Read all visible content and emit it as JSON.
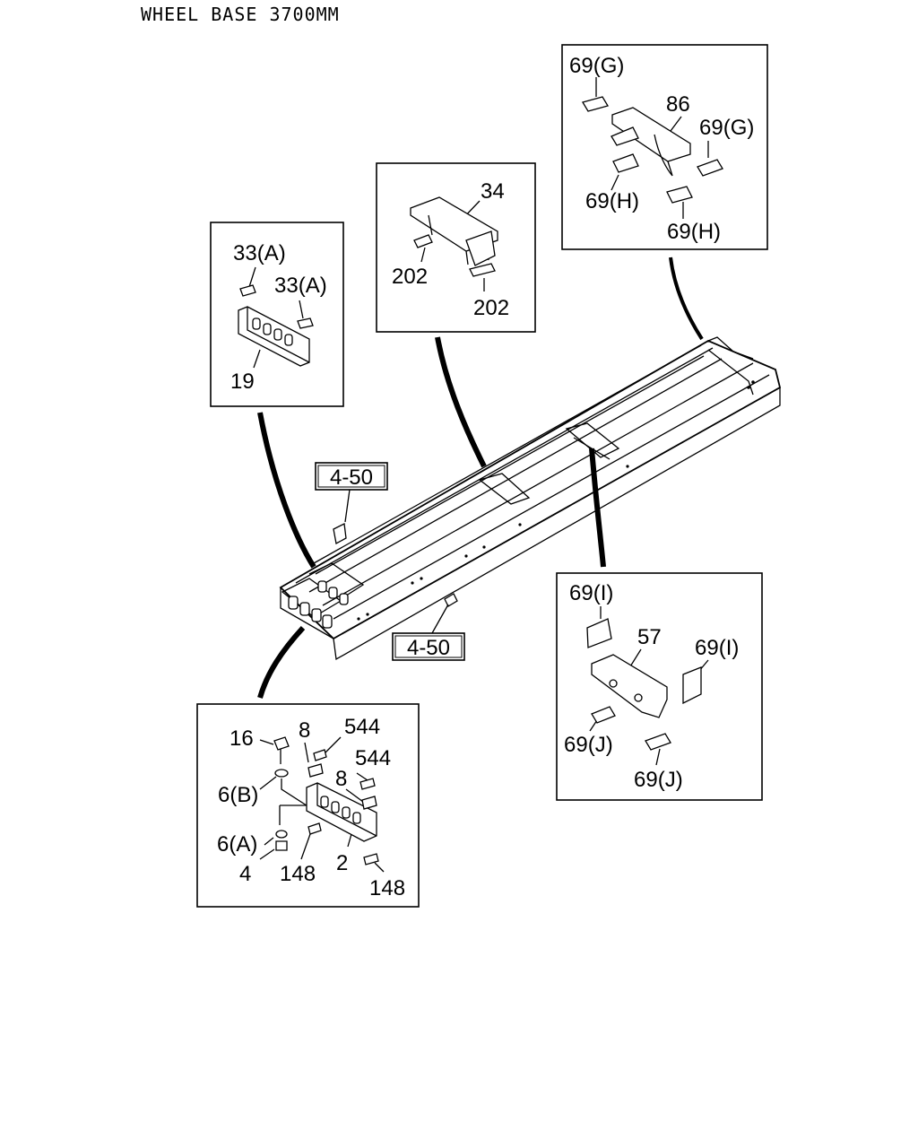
{
  "title": "WHEEL BASE 3700MM",
  "refs": {
    "upper": "4-50",
    "lower": "4-50"
  },
  "callouts": {
    "box_19": {
      "c1": "33(A)",
      "c2": "33(A)",
      "c3": "19"
    },
    "box_34": {
      "c1": "34",
      "c2": "202",
      "c3": "202"
    },
    "box_86": {
      "c1": "69(G)",
      "c2": "86",
      "c3": "69(G)",
      "c4": "69(H)",
      "c5": "69(H)"
    },
    "box_57": {
      "c1": "69(I)",
      "c2": "57",
      "c3": "69(I)",
      "c4": "69(J)",
      "c5": "69(J)"
    },
    "box_2": {
      "c1": "16",
      "c2": "8",
      "c3": "544",
      "c4": "544",
      "c5": "6(B)",
      "c6": "8",
      "c7": "6(A)",
      "c8": "4",
      "c9": "148",
      "c10": "2",
      "c11": "148"
    }
  }
}
